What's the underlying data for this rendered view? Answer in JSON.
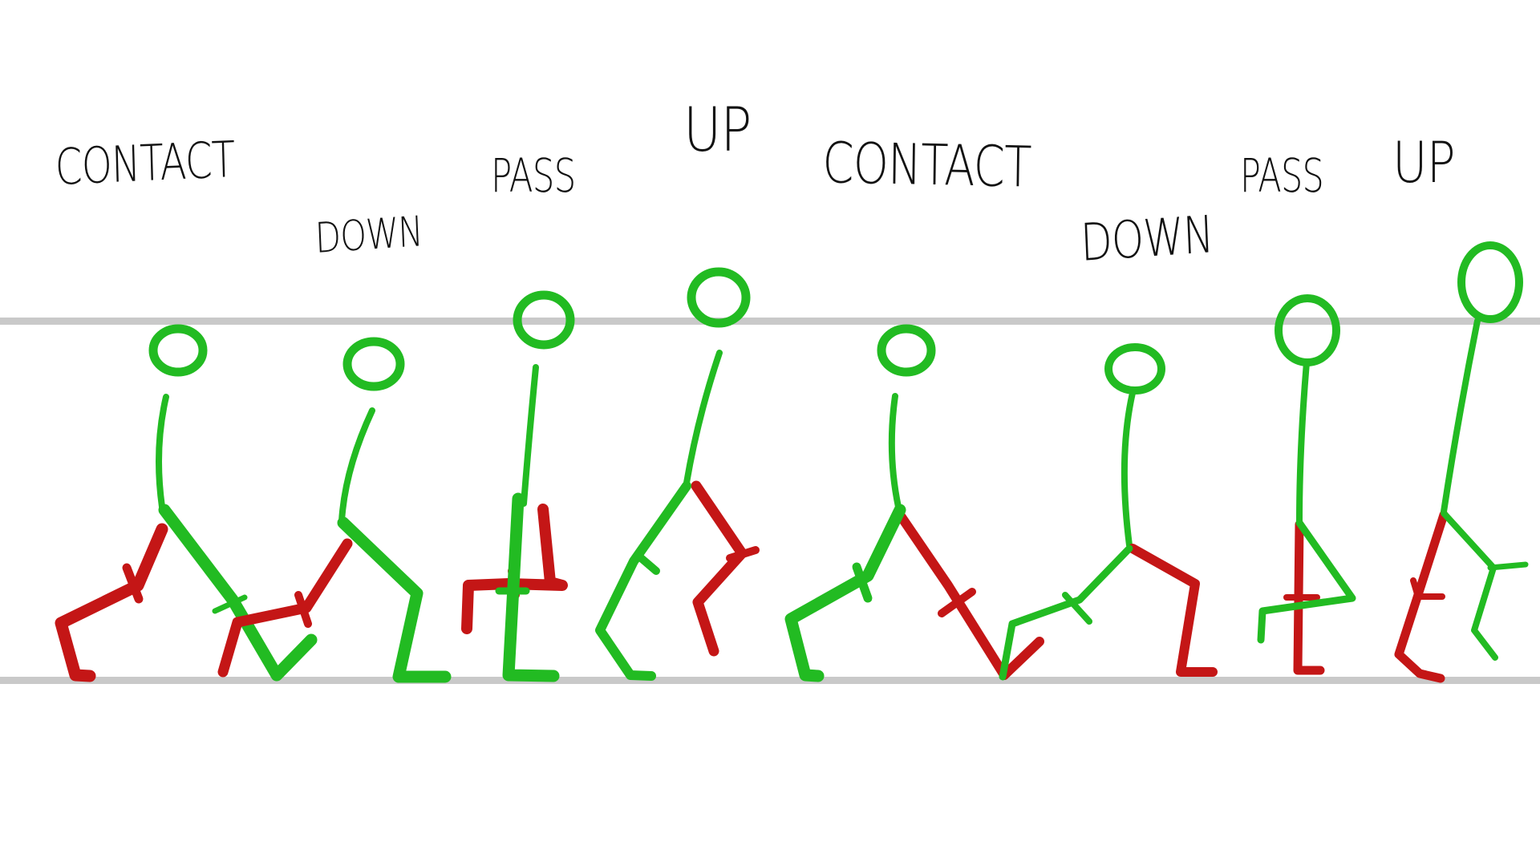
{
  "phases": [
    {
      "label": "CONTACT"
    },
    {
      "label": "DOWN"
    },
    {
      "label": "PASS"
    },
    {
      "label": "UP"
    },
    {
      "label": "CONTACT"
    },
    {
      "label": "DOWN"
    },
    {
      "label": "PASS"
    },
    {
      "label": "UP"
    }
  ],
  "colors": {
    "front_leg": "#22bb22",
    "back_leg": "#c41616",
    "guide_lines": "#c9c9c9",
    "text": "#111111",
    "background": "#ffffff"
  }
}
